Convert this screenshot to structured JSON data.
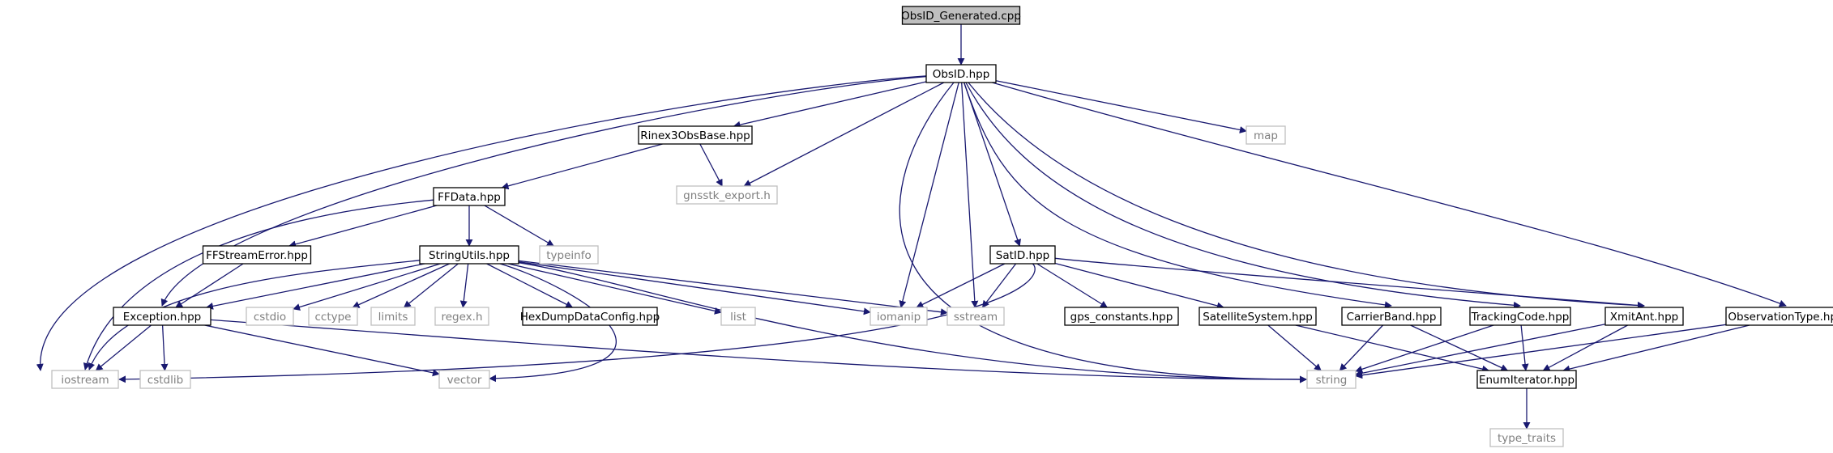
{
  "colors": {
    "edge": "#191970",
    "root_fill": "#bfbfbf",
    "local_stroke": "#000000",
    "system_stroke": "#bfbfbf",
    "system_text": "#7f7f7f",
    "node_fill": "#ffffff"
  },
  "nodes": [
    {
      "id": "obsid_generated_cpp",
      "label": "ObsID_Generated.cpp",
      "kind": "root"
    },
    {
      "id": "obsid_hpp",
      "label": "ObsID.hpp",
      "kind": "local"
    },
    {
      "id": "rinex3obsbase_hpp",
      "label": "Rinex3ObsBase.hpp",
      "kind": "local"
    },
    {
      "id": "gnsstk_export_h",
      "label": "gnsstk_export.h",
      "kind": "system"
    },
    {
      "id": "map",
      "label": "map",
      "kind": "system"
    },
    {
      "id": "ffdata_hpp",
      "label": "FFData.hpp",
      "kind": "local"
    },
    {
      "id": "typeinfo",
      "label": "typeinfo",
      "kind": "system"
    },
    {
      "id": "ffstreamerror_hpp",
      "label": "FFStreamError.hpp",
      "kind": "local"
    },
    {
      "id": "stringutils_hpp",
      "label": "StringUtils.hpp",
      "kind": "local"
    },
    {
      "id": "satid_hpp",
      "label": "SatID.hpp",
      "kind": "local"
    },
    {
      "id": "exception_hpp",
      "label": "Exception.hpp",
      "kind": "local"
    },
    {
      "id": "cstdio",
      "label": "cstdio",
      "kind": "system"
    },
    {
      "id": "cctype",
      "label": "cctype",
      "kind": "system"
    },
    {
      "id": "limits",
      "label": "limits",
      "kind": "system"
    },
    {
      "id": "regex_h",
      "label": "regex.h",
      "kind": "system"
    },
    {
      "id": "hexdumpdataconfig_hpp",
      "label": "HexDumpDataConfig.hpp",
      "kind": "local"
    },
    {
      "id": "list",
      "label": "list",
      "kind": "system"
    },
    {
      "id": "iomanip",
      "label": "iomanip",
      "kind": "system"
    },
    {
      "id": "sstream",
      "label": "sstream",
      "kind": "system"
    },
    {
      "id": "gps_constants_hpp",
      "label": "gps_constants.hpp",
      "kind": "local"
    },
    {
      "id": "satellitesystem_hpp",
      "label": "SatelliteSystem.hpp",
      "kind": "local"
    },
    {
      "id": "carrierband_hpp",
      "label": "CarrierBand.hpp",
      "kind": "local"
    },
    {
      "id": "trackingcode_hpp",
      "label": "TrackingCode.hpp",
      "kind": "local"
    },
    {
      "id": "xmitant_hpp",
      "label": "XmitAnt.hpp",
      "kind": "local"
    },
    {
      "id": "observationtype_hpp",
      "label": "ObservationType.hpp",
      "kind": "local"
    },
    {
      "id": "iostream",
      "label": "iostream",
      "kind": "system"
    },
    {
      "id": "cstdlib",
      "label": "cstdlib",
      "kind": "system"
    },
    {
      "id": "vector",
      "label": "vector",
      "kind": "system"
    },
    {
      "id": "string",
      "label": "string",
      "kind": "system"
    },
    {
      "id": "enumiterator_hpp",
      "label": "EnumIterator.hpp",
      "kind": "local"
    },
    {
      "id": "type_traits",
      "label": "type_traits",
      "kind": "system"
    }
  ],
  "edges": [
    [
      "obsid_generated_cpp",
      "obsid_hpp"
    ],
    [
      "obsid_hpp",
      "rinex3obsbase_hpp"
    ],
    [
      "obsid_hpp",
      "gnsstk_export_h"
    ],
    [
      "obsid_hpp",
      "map"
    ],
    [
      "obsid_hpp",
      "satid_hpp"
    ],
    [
      "obsid_hpp",
      "exception_hpp"
    ],
    [
      "obsid_hpp",
      "iostream"
    ],
    [
      "obsid_hpp",
      "iomanip"
    ],
    [
      "obsid_hpp",
      "sstream"
    ],
    [
      "obsid_hpp",
      "string"
    ],
    [
      "obsid_hpp",
      "carrierband_hpp"
    ],
    [
      "obsid_hpp",
      "trackingcode_hpp"
    ],
    [
      "obsid_hpp",
      "xmitant_hpp"
    ],
    [
      "obsid_hpp",
      "observationtype_hpp"
    ],
    [
      "rinex3obsbase_hpp",
      "ffdata_hpp"
    ],
    [
      "rinex3obsbase_hpp",
      "gnsstk_export_h"
    ],
    [
      "ffdata_hpp",
      "ffstreamerror_hpp"
    ],
    [
      "ffdata_hpp",
      "stringutils_hpp"
    ],
    [
      "ffdata_hpp",
      "typeinfo"
    ],
    [
      "ffdata_hpp",
      "iostream"
    ],
    [
      "ffstreamerror_hpp",
      "exception_hpp"
    ],
    [
      "stringutils_hpp",
      "exception_hpp"
    ],
    [
      "stringutils_hpp",
      "cstdio"
    ],
    [
      "stringutils_hpp",
      "cctype"
    ],
    [
      "stringutils_hpp",
      "limits"
    ],
    [
      "stringutils_hpp",
      "regex_h"
    ],
    [
      "stringutils_hpp",
      "hexdumpdataconfig_hpp"
    ],
    [
      "stringutils_hpp",
      "list"
    ],
    [
      "stringutils_hpp",
      "iomanip"
    ],
    [
      "stringutils_hpp",
      "sstream"
    ],
    [
      "stringutils_hpp",
      "iostream"
    ],
    [
      "stringutils_hpp",
      "vector"
    ],
    [
      "stringutils_hpp",
      "string"
    ],
    [
      "exception_hpp",
      "iostream"
    ],
    [
      "exception_hpp",
      "cstdlib"
    ],
    [
      "exception_hpp",
      "vector"
    ],
    [
      "exception_hpp",
      "string"
    ],
    [
      "satid_hpp",
      "iomanip"
    ],
    [
      "satid_hpp",
      "sstream"
    ],
    [
      "satid_hpp",
      "gps_constants_hpp"
    ],
    [
      "satid_hpp",
      "satellitesystem_hpp"
    ],
    [
      "satid_hpp",
      "iostream"
    ],
    [
      "satid_hpp",
      "xmitant_hpp"
    ],
    [
      "satellitesystem_hpp",
      "string"
    ],
    [
      "satellitesystem_hpp",
      "enumiterator_hpp"
    ],
    [
      "carrierband_hpp",
      "string"
    ],
    [
      "carrierband_hpp",
      "enumiterator_hpp"
    ],
    [
      "trackingcode_hpp",
      "string"
    ],
    [
      "trackingcode_hpp",
      "enumiterator_hpp"
    ],
    [
      "xmitant_hpp",
      "string"
    ],
    [
      "xmitant_hpp",
      "enumiterator_hpp"
    ],
    [
      "observationtype_hpp",
      "string"
    ],
    [
      "observationtype_hpp",
      "enumiterator_hpp"
    ],
    [
      "enumiterator_hpp",
      "type_traits"
    ]
  ]
}
